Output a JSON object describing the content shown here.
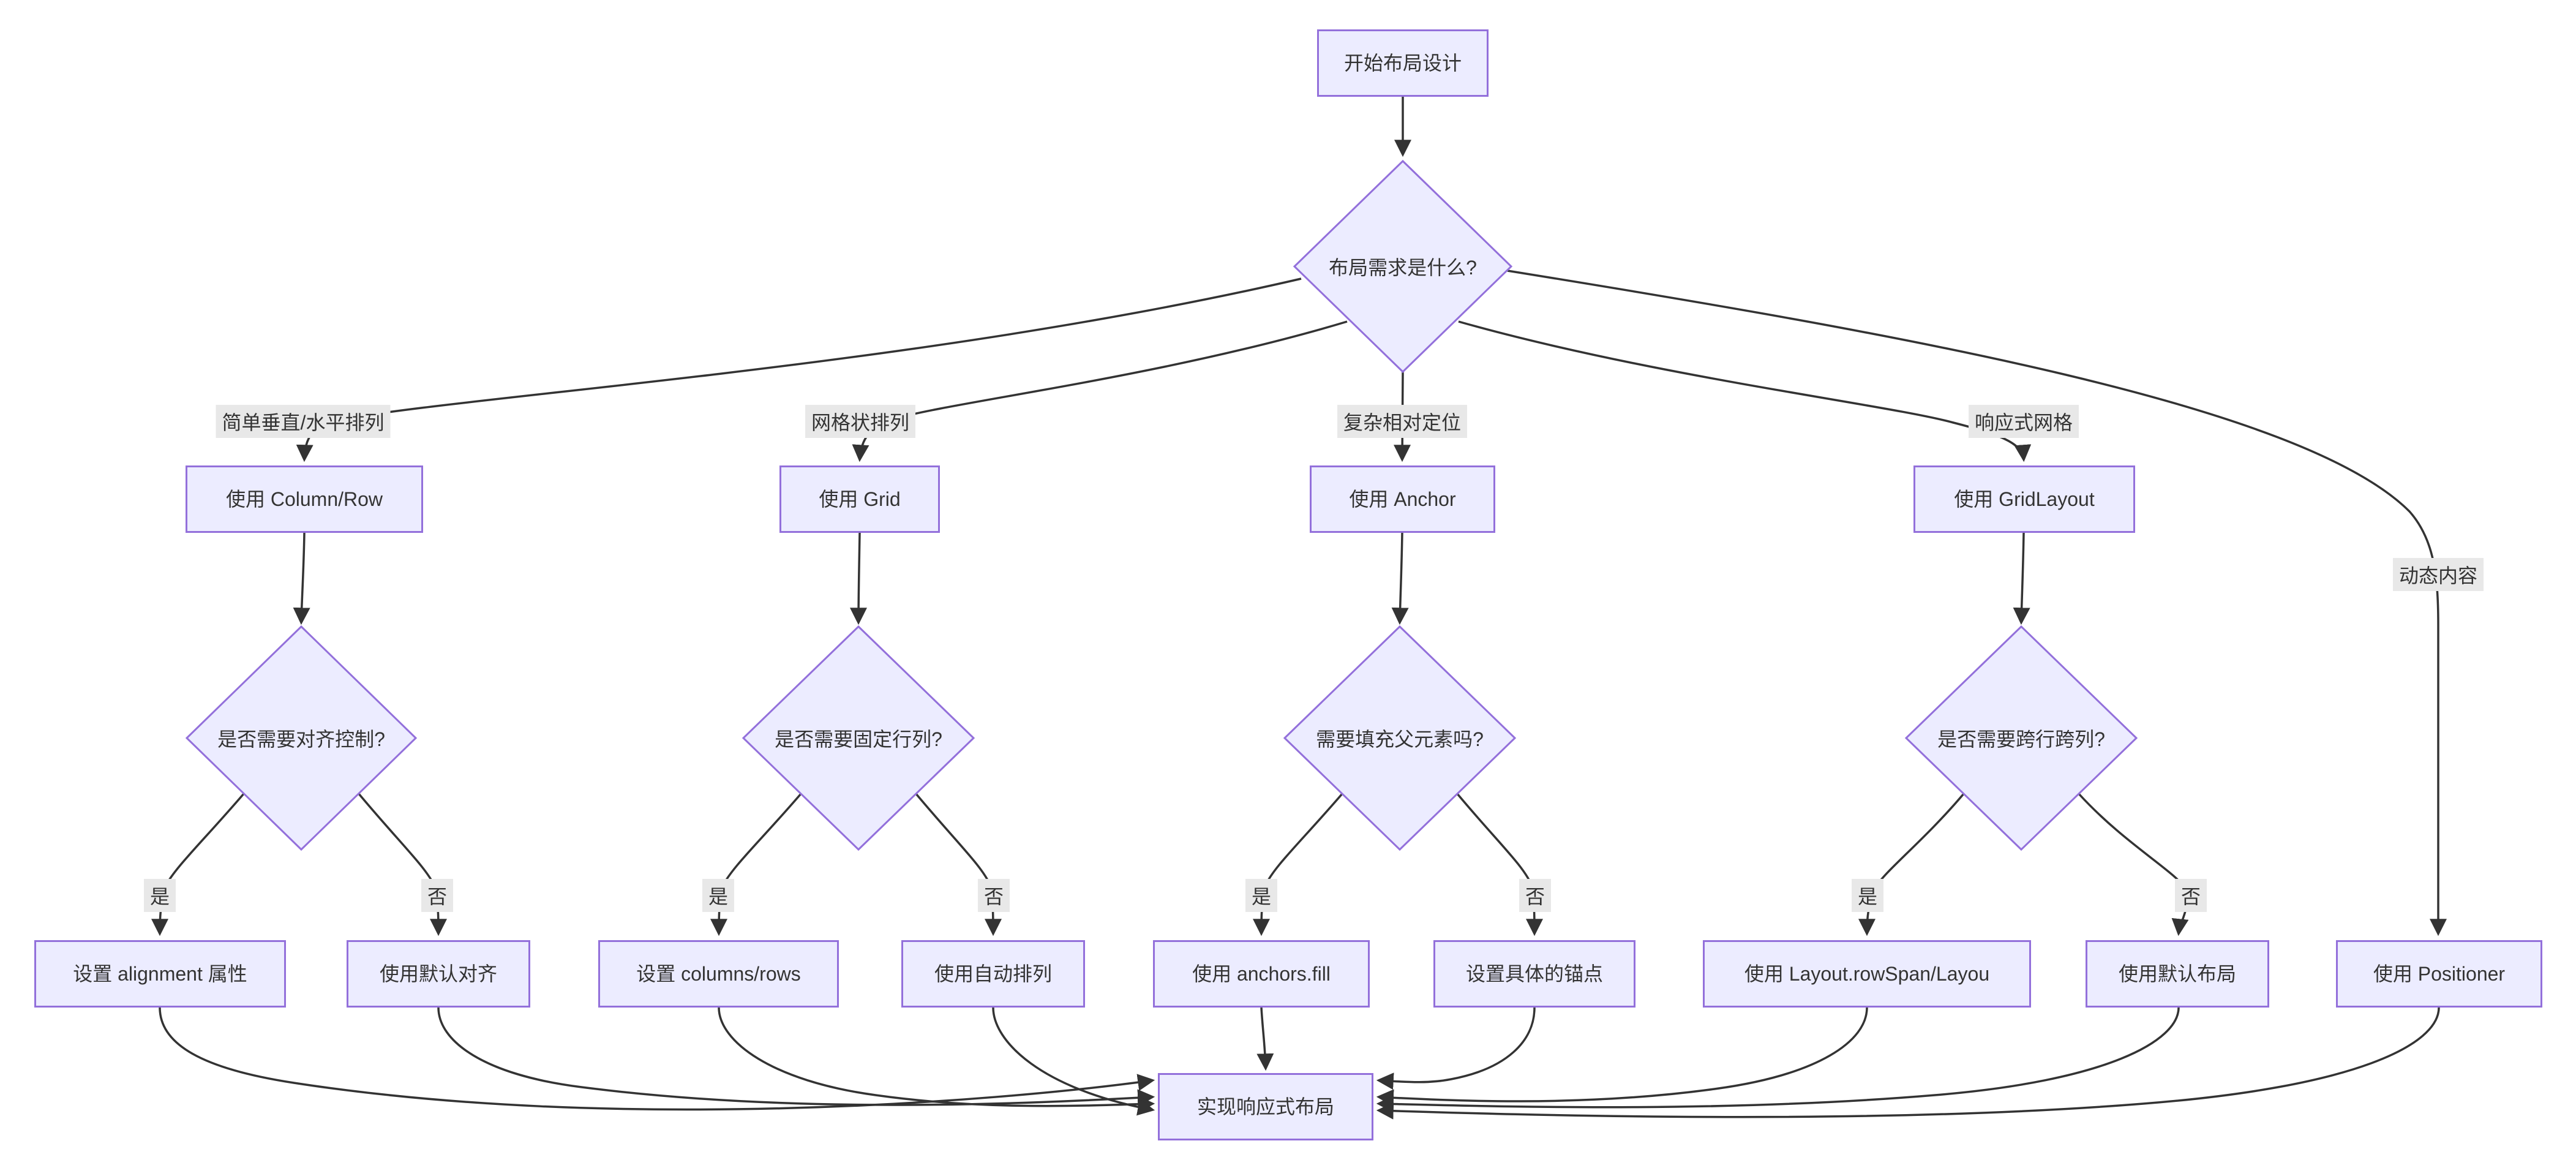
{
  "diagram": {
    "type": "flowchart",
    "direction": "top-down",
    "colors": {
      "node_fill": "#ECECFF",
      "node_border": "#9370DB",
      "edge_color": "#333333",
      "text_color": "#333333",
      "edge_label_bg": "#e8e8e8",
      "background": "#ffffff"
    },
    "nodes": {
      "start": {
        "shape": "rect",
        "label": "开始布局设计"
      },
      "q_main": {
        "shape": "diamond",
        "label": "布局需求是什么?"
      },
      "use_column_row": {
        "shape": "rect",
        "label": "使用 Column/Row"
      },
      "use_grid": {
        "shape": "rect",
        "label": "使用 Grid"
      },
      "use_anchor": {
        "shape": "rect",
        "label": "使用 Anchor"
      },
      "use_gridlayout": {
        "shape": "rect",
        "label": "使用 GridLayout"
      },
      "use_positioner": {
        "shape": "rect",
        "label": "使用 Positioner"
      },
      "q_align": {
        "shape": "diamond",
        "label": "是否需要对齐控制?"
      },
      "q_fixed": {
        "shape": "diamond",
        "label": "是否需要固定行列?"
      },
      "q_fill": {
        "shape": "diamond",
        "label": "需要填充父元素吗?"
      },
      "q_span": {
        "shape": "diamond",
        "label": "是否需要跨行跨列?"
      },
      "set_alignment": {
        "shape": "rect",
        "label": "设置 alignment 属性"
      },
      "default_align": {
        "shape": "rect",
        "label": "使用默认对齐"
      },
      "set_columns_rows": {
        "shape": "rect",
        "label": "设置 columns/rows"
      },
      "auto_layout": {
        "shape": "rect",
        "label": "使用自动排列"
      },
      "anchors_fill": {
        "shape": "rect",
        "label": "使用 anchors.fill"
      },
      "specific_anchors": {
        "shape": "rect",
        "label": "设置具体的锚点"
      },
      "rowspan": {
        "shape": "rect",
        "label": "使用 Layout.rowSpan/Layou"
      },
      "default_layout": {
        "shape": "rect",
        "label": "使用默认布局"
      },
      "result": {
        "shape": "rect",
        "label": "实现响应式布局"
      }
    },
    "edges": [
      {
        "from": "start",
        "to": "q_main",
        "label": ""
      },
      {
        "from": "q_main",
        "to": "use_column_row",
        "label": "简单垂直/水平排列"
      },
      {
        "from": "q_main",
        "to": "use_grid",
        "label": "网格状排列"
      },
      {
        "from": "q_main",
        "to": "use_anchor",
        "label": "复杂相对定位"
      },
      {
        "from": "q_main",
        "to": "use_gridlayout",
        "label": "响应式网格"
      },
      {
        "from": "q_main",
        "to": "use_positioner",
        "label": "动态内容"
      },
      {
        "from": "use_column_row",
        "to": "q_align",
        "label": ""
      },
      {
        "from": "use_grid",
        "to": "q_fixed",
        "label": ""
      },
      {
        "from": "use_anchor",
        "to": "q_fill",
        "label": ""
      },
      {
        "from": "use_gridlayout",
        "to": "q_span",
        "label": ""
      },
      {
        "from": "q_align",
        "to": "set_alignment",
        "label": "是"
      },
      {
        "from": "q_align",
        "to": "default_align",
        "label": "否"
      },
      {
        "from": "q_fixed",
        "to": "set_columns_rows",
        "label": "是"
      },
      {
        "from": "q_fixed",
        "to": "auto_layout",
        "label": "否"
      },
      {
        "from": "q_fill",
        "to": "anchors_fill",
        "label": "是"
      },
      {
        "from": "q_fill",
        "to": "specific_anchors",
        "label": "否"
      },
      {
        "from": "q_span",
        "to": "rowspan",
        "label": "是"
      },
      {
        "from": "q_span",
        "to": "default_layout",
        "label": "否"
      },
      {
        "from": "set_alignment",
        "to": "result",
        "label": ""
      },
      {
        "from": "default_align",
        "to": "result",
        "label": ""
      },
      {
        "from": "set_columns_rows",
        "to": "result",
        "label": ""
      },
      {
        "from": "auto_layout",
        "to": "result",
        "label": ""
      },
      {
        "from": "anchors_fill",
        "to": "result",
        "label": ""
      },
      {
        "from": "specific_anchors",
        "to": "result",
        "label": ""
      },
      {
        "from": "rowspan",
        "to": "result",
        "label": ""
      },
      {
        "from": "default_layout",
        "to": "result",
        "label": ""
      },
      {
        "from": "use_positioner",
        "to": "result",
        "label": ""
      }
    ]
  }
}
